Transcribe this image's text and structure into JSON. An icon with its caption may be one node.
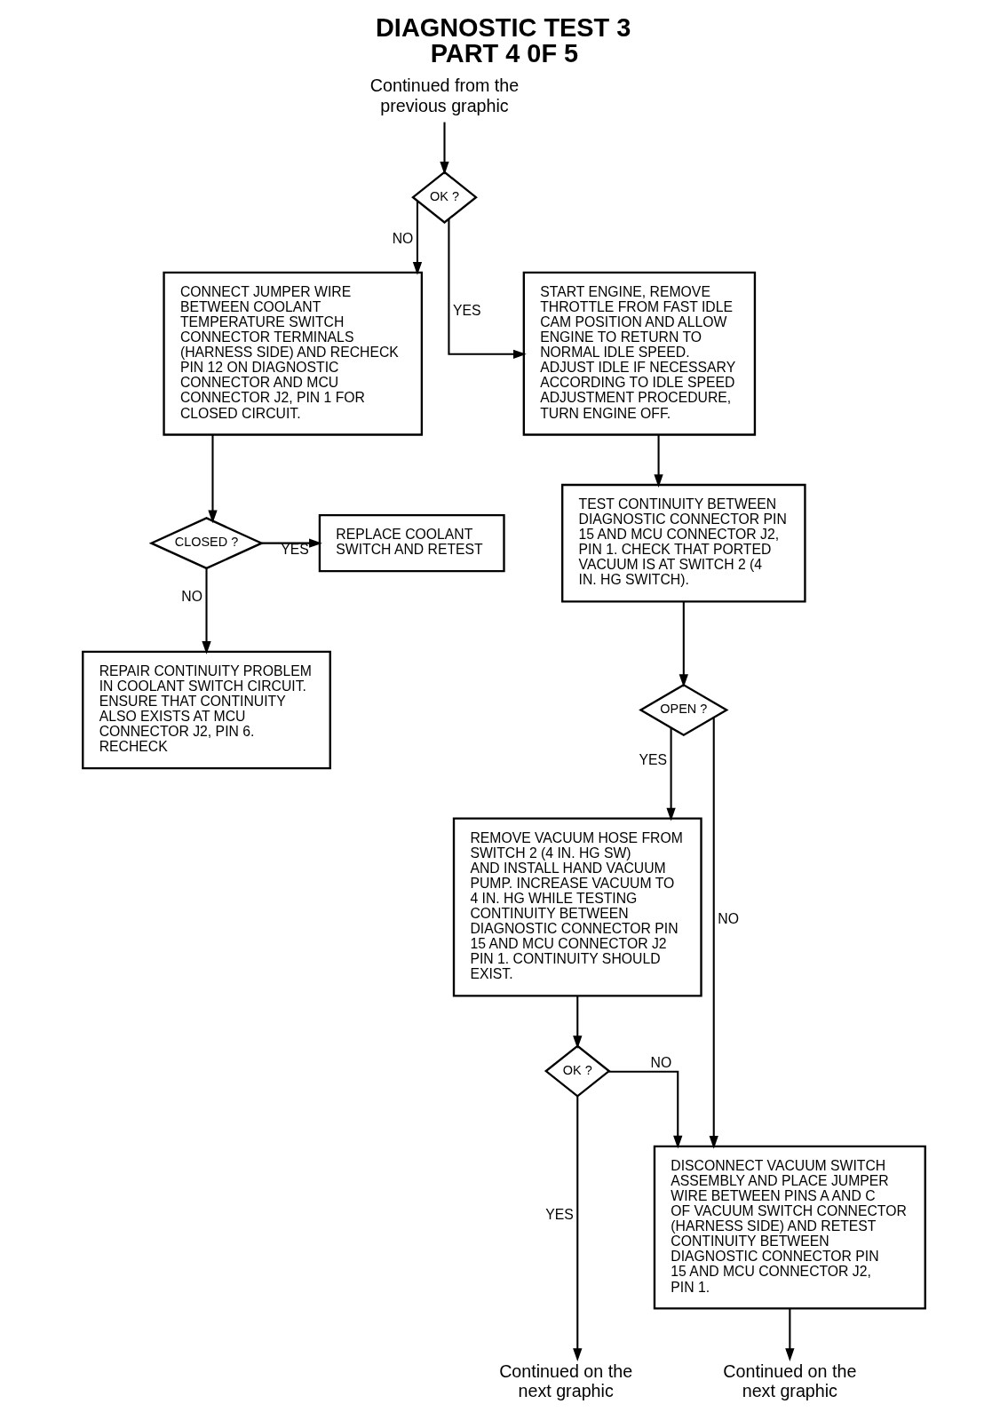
{
  "diagram": {
    "title": "DIAGNOSTIC TEST 3 PART 4 0F 5",
    "nodes": [
      {
        "text": [
          "Continued from the previous graphic"
        ]
      },
      {
        "text": [
          "OK ?"
        ]
      },
      {
        "text": [
          "CONNECT JUMPER WIRE BETWEEN COOLANT TEMPERATURE SWITCH CONNECTOR TERMINALS (HARNESS SIDE) AND RECHECK PIN 12 ON DIAGNOSTIC CONNECTOR AND MCU CONNECTOR J2, PIN 1 FOR CLOSED CIRCUIT."
        ]
      },
      {
        "text": [
          "START ENGINE, REMOVE THROTTLE FROM FAST IDLE CAM POSITION AND ALLOW ENGINE TO RETURN TO NORMAL IDLE SPEED. ADJUST IDLE IF NECESSARY ACCORDING TO IDLE SPEED ADJUSTMENT PROCEDURE, TURN ENGINE OFF."
        ]
      },
      {
        "text": [
          "CLOSED ?"
        ]
      },
      {
        "text": [
          "REPLACE COOLANT SWITCH AND RETEST"
        ]
      },
      {
        "text": [
          "TEST CONTINUITY BETWEEN DIAGNOSTIC CONNECTOR PIN 15 AND MCU CONNECTOR J2, PIN 1. CHECK THAT PORTED VACUUM IS AT SWITCH 2 (4 IN. HG SWITCH)."
        ]
      },
      {
        "text": [
          "REPAIR CONTINUITY PROBLEM IN COOLANT SWITCH CIRCUIT. ENSURE THAT CONTINUITY ALSO EXISTS AT MCU CONNECTOR J2, PIN 6. RECHECK"
        ]
      },
      {
        "text": [
          "OPEN ?"
        ]
      },
      {
        "text": [
          "REMOVE VACUUM HOSE FROM SWITCH 2 (4 IN. HG SW) AND INSTALL HAND VACUUM PUMP. INCREASE VACUUM TO 4 IN. HG WHILE TESTING CONTINUITY BETWEEN DIAGNOSTIC CONNECTOR PIN 15 AND MCU CONNECTOR J2 PIN 1. CONTINUITY SHOULD EXIST."
        ]
      },
      {
        "text": [
          "OK ?"
        ]
      },
      {
        "text": [
          "DISCONNECT VACUUM SWITCH ASSEMBLY AND PLACE JUMPER WIRE BETWEEN PINS A AND C OF VACUUM SWITCH CONNECTOR (HARNESS SIDE) AND RETEST CONTINUITY BETWEEN DIAGNOSTIC CONNECTOR PIN 15 AND MCU CONNECTOR J2, PIN 1."
        ]
      },
      {
        "text": [
          "Continued on the next graphic"
        ]
      },
      {
        "text": [
          "Continued on the next graphic"
        ]
      }
    ],
    "edges": [
      {
        "from": 0,
        "to": 1,
        "arrow": "to"
      },
      {
        "from": 1,
        "to": 2,
        "arrow": "to",
        "label": "NO"
      },
      {
        "from": 1,
        "to": 3,
        "arrow": "to",
        "label": "YES"
      },
      {
        "from": 2,
        "to": 4,
        "arrow": "to"
      },
      {
        "from": 4,
        "to": 7,
        "arrow": "to",
        "label": "NO"
      },
      {
        "from": 4,
        "to": 5,
        "arrow": "to",
        "label": "YES"
      },
      {
        "from": 3,
        "to": 6,
        "arrow": "to"
      },
      {
        "from": 6,
        "to": 8,
        "arrow": "to"
      },
      {
        "from": 8,
        "to": 11,
        "arrow": "to",
        "label": "NO"
      },
      {
        "from": 8,
        "to": 9,
        "arrow": "to",
        "label": "YES"
      },
      {
        "from": 9,
        "to": 10,
        "arrow": "to"
      },
      {
        "from": 10,
        "to": 11,
        "arrow": "to",
        "label": "NO"
      },
      {
        "from": 10,
        "to": 13,
        "arrow": "to",
        "label": "YES"
      },
      {
        "from": 11,
        "to": 12,
        "arrow": "to"
      }
    ]
  }
}
